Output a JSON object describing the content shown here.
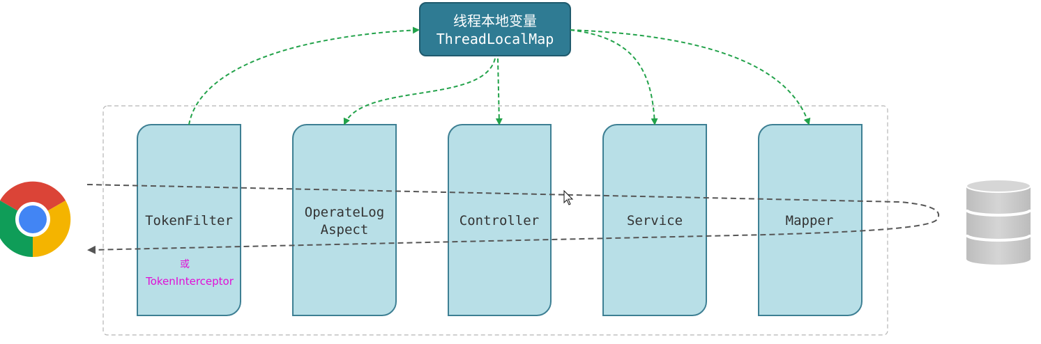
{
  "thread_local": {
    "title_cn": "线程本地变量",
    "title_en": "ThreadLocalMap"
  },
  "components": [
    {
      "id": "tokenfilter",
      "lines": [
        "TokenFilter"
      ]
    },
    {
      "id": "operatelog",
      "lines": [
        "OperateLog",
        "Aspect"
      ]
    },
    {
      "id": "controller",
      "lines": [
        "Controller"
      ]
    },
    {
      "id": "service",
      "lines": [
        "Service"
      ]
    },
    {
      "id": "mapper",
      "lines": [
        "Mapper"
      ]
    }
  ],
  "alternative": {
    "or_text": "或",
    "interceptor_text": "TokenInterceptor"
  },
  "colors": {
    "header_fill": "#2f7b93",
    "header_stroke": "#1f5a6d",
    "box_fill": "#b8dfe7",
    "box_stroke": "#3d7f93",
    "green_arrow": "#22a24a",
    "gray_arrow": "#555555",
    "magenta_text": "#e00fd6",
    "database": "#c8c8c8"
  },
  "icons": {
    "browser": "chrome-logo-icon",
    "database": "database-icon",
    "cursor": "mouse-cursor-icon"
  }
}
